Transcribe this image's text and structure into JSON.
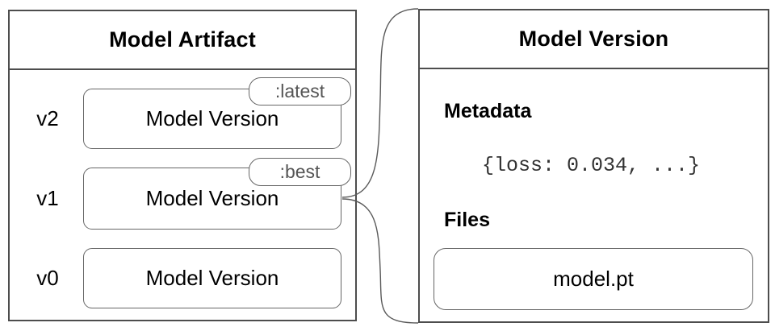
{
  "palette": {
    "background": "#ffffff",
    "panel_border": "#4d4d4d",
    "box_border": "#666666",
    "connector_stroke": "#595959",
    "text": "#000000",
    "tag_text": "#555555"
  },
  "artifact_panel": {
    "title": "Model Artifact",
    "versions": [
      {
        "label": "v2",
        "name": "Model Version",
        "tag": ":latest"
      },
      {
        "label": "v1",
        "name": "Model Version",
        "tag": ":best"
      },
      {
        "label": "v0",
        "name": "Model Version"
      }
    ]
  },
  "detail_panel": {
    "title": "Model Version",
    "metadata_heading": "Metadata",
    "metadata_value": "{loss: 0.034, ...}",
    "files_heading": "Files",
    "files": [
      "model.pt"
    ]
  }
}
